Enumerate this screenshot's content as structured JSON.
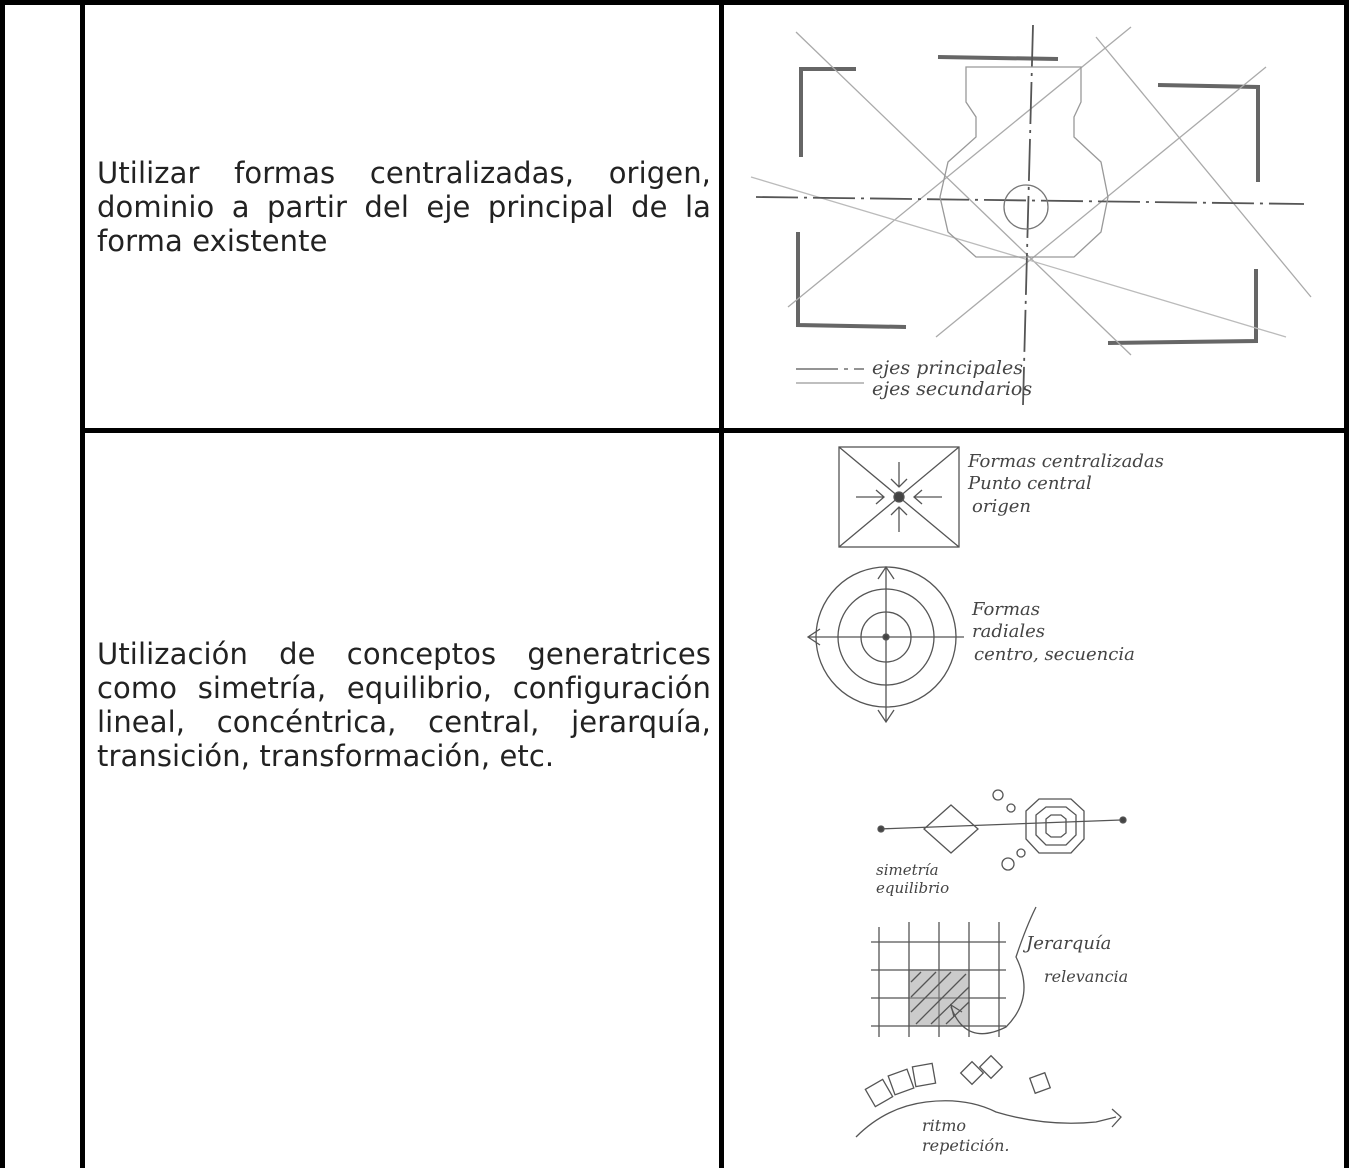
{
  "rows": [
    {
      "text": "Utilizar formas centralizadas, origen, dominio a partir del eje principal de la forma existente",
      "sketch": {
        "legend_main": "ejes principales",
        "legend_secondary": "ejes secundarios"
      }
    },
    {
      "text": "Utilización de conceptos generatrices como simetría, equilibrio, configuración lineal, concéntrica, central, jerarquía, transición, transformación, etc.",
      "sketch": {
        "centralized_1": "Formas centralizadas",
        "centralized_2": "Punto central",
        "centralized_3": "origen",
        "radial_1": "Formas",
        "radial_2": "radiales",
        "radial_3": "centro, secuencia",
        "symmetry_1": "simetría",
        "symmetry_2": "equilibrio",
        "hierarchy_1": "Jerarquía",
        "hierarchy_2": "relevancia",
        "rhythm_1": "ritmo",
        "rhythm_2": "repetición."
      }
    }
  ],
  "colors": {
    "border": "#000000",
    "text": "#222222",
    "sketch": "#444444"
  }
}
